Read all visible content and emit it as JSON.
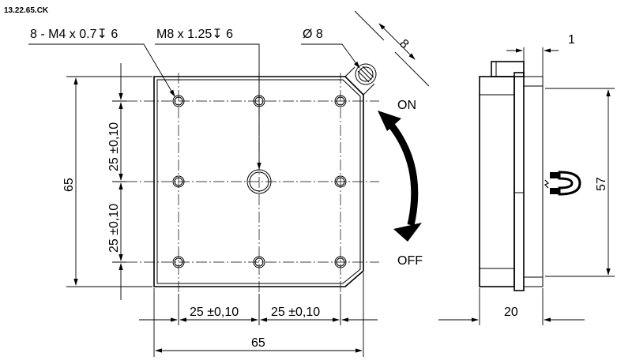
{
  "part_number": "13.22.65.CK",
  "callouts": {
    "small_holes": "8 - M4 x 0.7↧ 6",
    "center_hole": "M8 x 1.25↧ 6",
    "pin_diameter": "Ø 8",
    "pin_offset": "8",
    "lip_width": "1"
  },
  "dimensions": {
    "height_left": "65",
    "pitch_upper": "25 ±0,10",
    "pitch_lower": "25 ±0,10",
    "pitch_left": "25 ±0,10",
    "pitch_right": "25 ±0,10",
    "width_bottom": "65",
    "side_height": "57",
    "side_depth": "20"
  },
  "labels": {
    "on": "ON",
    "off": "OFF"
  },
  "icons": {
    "magnet": "magnet-icon",
    "rotation": "rotation-arrow-icon"
  }
}
